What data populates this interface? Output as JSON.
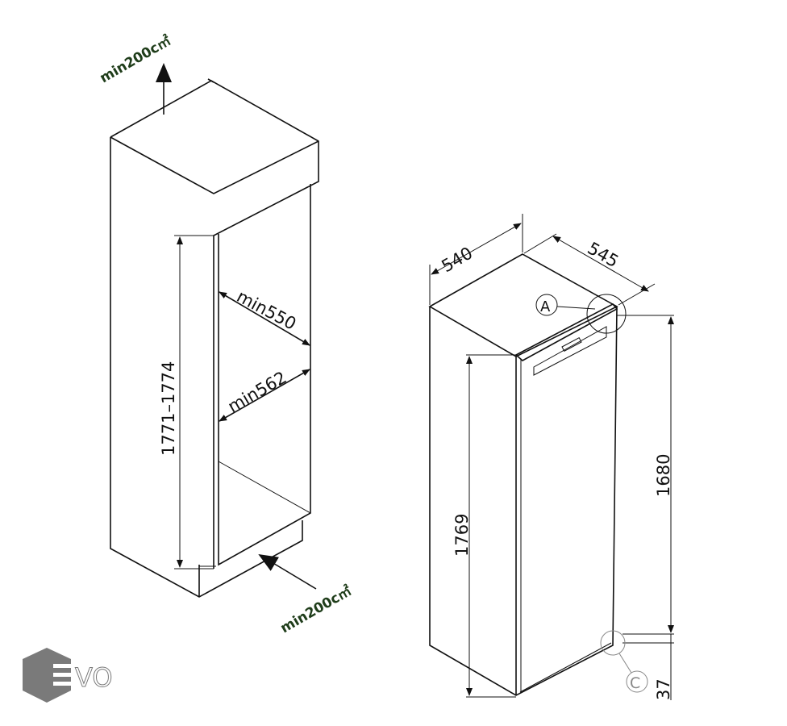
{
  "left_diagram": {
    "vent_top_label": "min200c㎡",
    "vent_bottom_label": "min200c㎡",
    "depth_min_label": "min550",
    "width_min_label": "min562",
    "height_range_label": "1771–1774"
  },
  "right_diagram": {
    "width_label": "540",
    "depth_label": "545",
    "height_label": "1769",
    "hinge_height_label": "1680",
    "bottom_offset_label": "37",
    "detail_a_label": "A",
    "detail_c_label": "C"
  },
  "logo": {
    "text": "EVO",
    "color": "#7a7a7a"
  }
}
